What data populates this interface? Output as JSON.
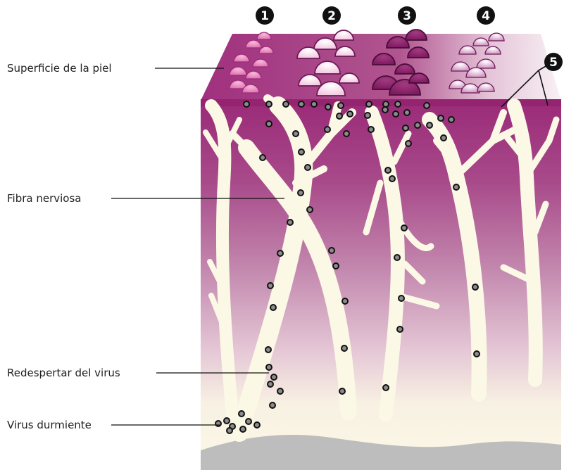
{
  "labels": {
    "skin_surface": "Superficie de la piel",
    "nerve_fiber": "Fibra nerviosa",
    "reactivation": "Redespertar del virus",
    "dormant_virus": "Virus durmiente"
  },
  "stage_numbers": [
    "1",
    "2",
    "3",
    "4",
    "5"
  ],
  "colors": {
    "skin_top": "#9a2a78",
    "skin_mid": "#c286ad",
    "skin_bottom": "#fbf8e7",
    "nerve": "#fbf8e6",
    "bone": "#bdbdbd",
    "virus_fill": "#8c8c8c",
    "virus_stroke": "#111111",
    "blister_stage1": "#e27fb8",
    "blister_stage2": "#f7d6ea",
    "blister_stage3": "#8a1f6a",
    "blister_stage4": "#d8a6cc"
  }
}
